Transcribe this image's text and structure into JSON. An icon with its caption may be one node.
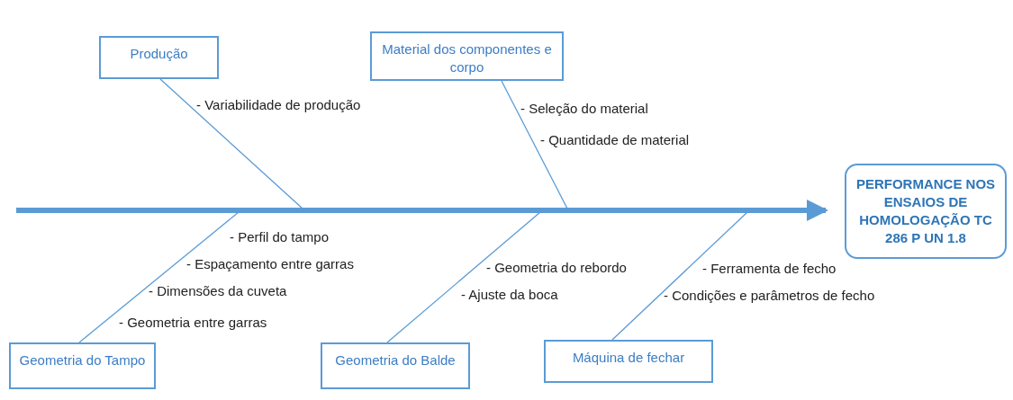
{
  "diagram": {
    "nodes": [
      {
        "text": [
          "Produção"
        ],
        "beside": [
          "- Variabilidade de produção"
        ]
      },
      {
        "text": [
          "Material dos componentes e corpo"
        ],
        "beside": [
          "- Seleção do material",
          "- Quantidade de material"
        ]
      },
      {
        "text": [
          "PERFORMANCE NOS ENSAIOS DE HOMOLOGAÇÃO TC 286 P UN 1.8"
        ]
      },
      {
        "text": [
          "Geometria do Tampo"
        ],
        "beside": [
          "- Perfil do tampo",
          "- Espaçamento entre garras",
          "- Dimensões da cuveta",
          "- Geometria entre garras"
        ]
      },
      {
        "text": [
          "Geometria do Balde"
        ],
        "beside": [
          "- Geometria do rebordo",
          "- Ajuste da boca"
        ]
      },
      {
        "text": [
          "Máquina de fechar"
        ],
        "beside": [
          "- Ferramenta de fecho",
          "- Condições e parâmetros de fecho"
        ]
      }
    ],
    "edges": [
      {
        "from": null,
        "to": 2,
        "arrow": "to",
        "style": "thick"
      },
      {
        "from": 0,
        "to": null,
        "arrow": "none"
      },
      {
        "from": 1,
        "to": null,
        "arrow": "none"
      },
      {
        "from": 3,
        "to": null,
        "arrow": "none"
      },
      {
        "from": 4,
        "to": null,
        "arrow": "none"
      },
      {
        "from": 5,
        "to": null,
        "arrow": "none"
      }
    ]
  }
}
